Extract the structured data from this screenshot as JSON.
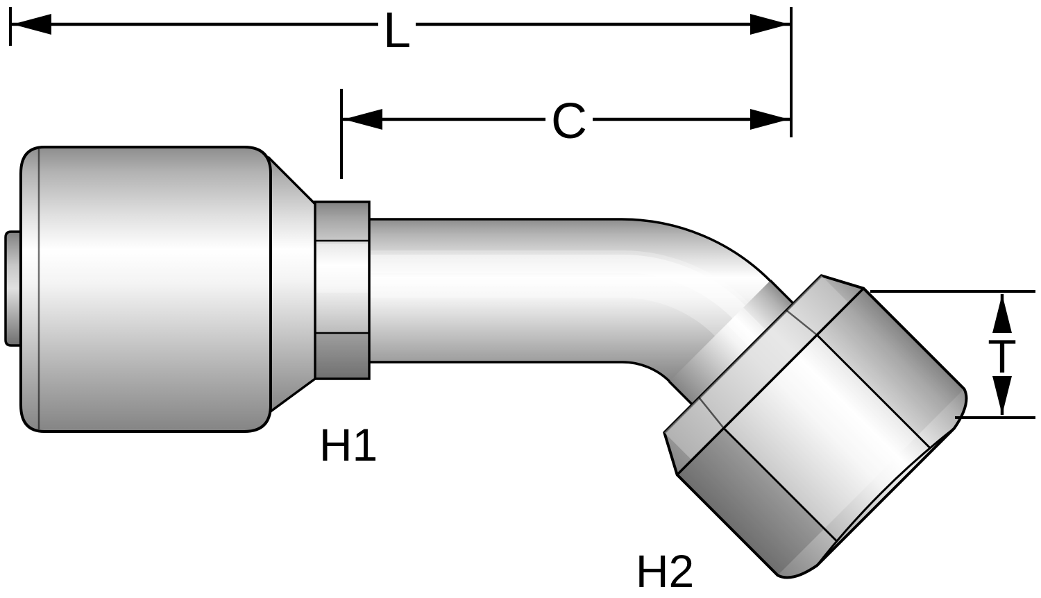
{
  "figure": {
    "background": "#ffffff",
    "outline": "#000000",
    "metal_highlight": "#ffffff",
    "metal_base": "#d9d9d9",
    "metal_shadow": "#848484"
  },
  "labels": {
    "L": "L",
    "C": "C",
    "T": "T",
    "H1": "H1",
    "H2": "H2"
  }
}
